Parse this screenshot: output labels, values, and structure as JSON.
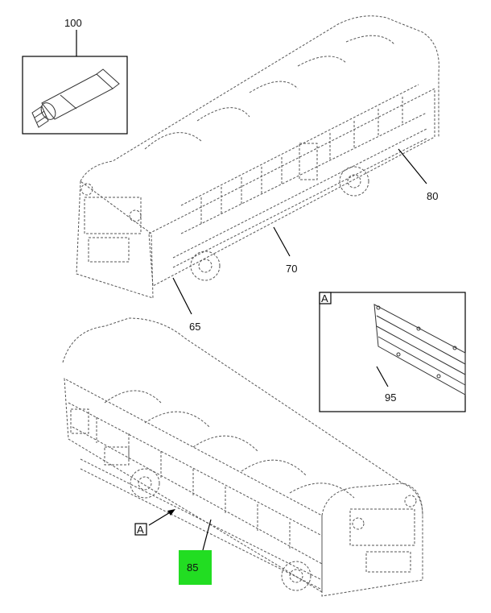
{
  "callouts": {
    "tube": "100",
    "upper_rear": "80",
    "upper_side": "70",
    "upper_front": "65",
    "detail_part": "95",
    "lower_panel": "85"
  },
  "detail": {
    "letter": "A"
  },
  "view_marker": {
    "letter": "A"
  },
  "colors": {
    "highlight": "#22dd22",
    "line": "#000000"
  }
}
